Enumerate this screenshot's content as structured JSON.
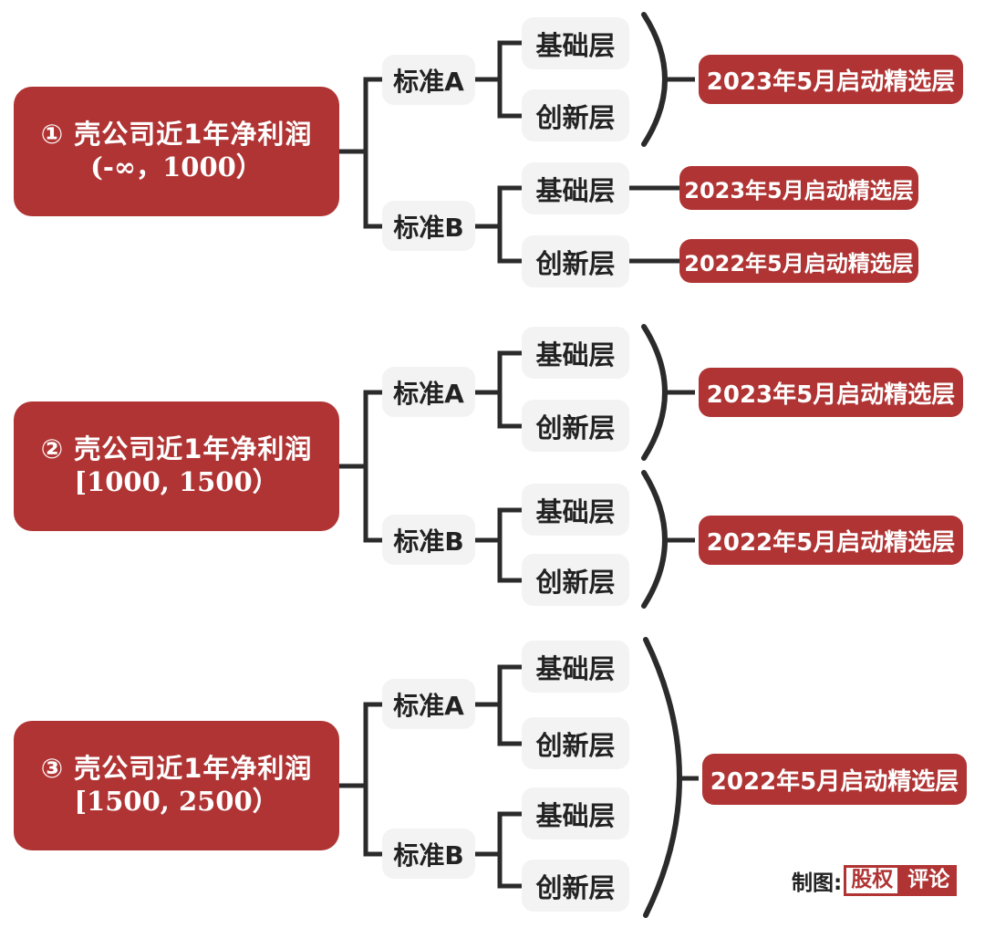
{
  "labels": {
    "standard_a": "标准A",
    "standard_b": "标准B",
    "base_layer": "基础层",
    "innovation_layer": "创新层"
  },
  "groups": [
    {
      "title": "① 壳公司近1年净利润",
      "range": "(-∞，1000）"
    },
    {
      "title": "② 壳公司近1年净利润",
      "range": "[1000, 1500）"
    },
    {
      "title": "③ 壳公司近1年净利润",
      "range": "[1500, 2500）"
    }
  ],
  "results": {
    "g1_a": "2023年5月启动精选层",
    "g1_b_base": "2023年5月启动精选层",
    "g1_b_innov": "2022年5月启动精选层",
    "g2_a": "2023年5月启动精选层",
    "g2_b": "2022年5月启动精选层",
    "g3": "2022年5月启动精选层"
  },
  "credit": {
    "label": "制图:",
    "brand_left": "股权",
    "brand_right": "评论"
  },
  "colors": {
    "box_red": "#B03434",
    "node_gray": "#F3F3F3",
    "line_black": "#2B2B2B",
    "text_white": "#FFFFFF"
  }
}
